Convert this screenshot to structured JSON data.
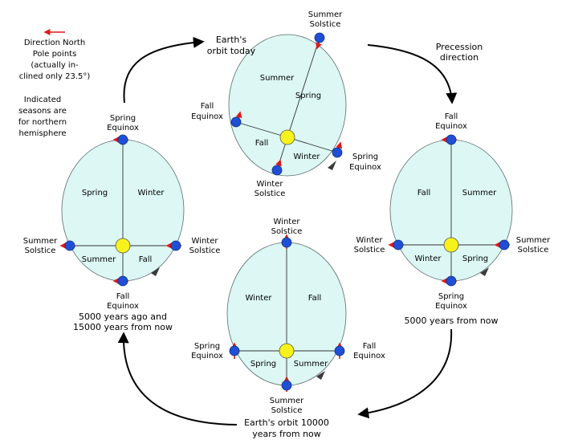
{
  "legend": {
    "line1": "Direction North",
    "line2": "Pole points",
    "line3": "(actually in-",
    "line4": "clined only 23.5°)",
    "axis_color": "#e01818"
  },
  "note": {
    "line1": "Indicated",
    "line2": "seasons are",
    "line3": "for northern",
    "line4": "hemisphere"
  },
  "orbit_today": {
    "caption1": "Earth's",
    "caption2": "orbit today",
    "seasons": {
      "summer": "Summer",
      "spring": "Spring",
      "fall": "Fall",
      "winter": "Winter"
    },
    "points": {
      "summer_solstice": [
        "Summer",
        "Solstice"
      ],
      "fall_equinox": [
        "Fall",
        "Equinox"
      ],
      "winter_solstice": [
        "Winter",
        "Solstice"
      ],
      "spring_equinox": [
        "Spring",
        "Equinox"
      ]
    }
  },
  "precession": {
    "line1": "Precession",
    "line2": "direction"
  },
  "orbit_left": {
    "seasons": {
      "spring": "Spring",
      "winter": "Winter",
      "summer": "Summer",
      "fall": "Fall"
    },
    "points": {
      "top": [
        "Spring",
        "Equinox"
      ],
      "left": [
        "Summer",
        "Solstice"
      ],
      "right": [
        "Winter",
        "Solstice"
      ],
      "bottom": [
        "Fall",
        "Equinox"
      ]
    },
    "caption1": "5000 years ago and",
    "caption2": "15000 years from now"
  },
  "orbit_right": {
    "seasons": {
      "fall": "Fall",
      "summer": "Summer",
      "winter": "Winter",
      "spring": "Spring"
    },
    "points": {
      "top": [
        "Fall",
        "Equinox"
      ],
      "left": [
        "Winter",
        "Solstice"
      ],
      "right": [
        "Summer",
        "Solstice"
      ],
      "bottom": [
        "Spring",
        "Equinox"
      ]
    },
    "caption1": "5000 years from now"
  },
  "orbit_bottom": {
    "seasons": {
      "winter": "Winter",
      "fall": "Fall",
      "spring": "Spring",
      "summer": "Summer"
    },
    "points": {
      "top": [
        "Winter",
        "Solstice"
      ],
      "left": [
        "Spring",
        "Equinox"
      ],
      "right": [
        "Fall",
        "Equinox"
      ],
      "bottom": [
        "Summer",
        "Solstice"
      ]
    },
    "caption1": "Earth's orbit 10000",
    "caption2": "years from now"
  },
  "colors": {
    "orbit_fill": "#dcf7f4",
    "sun": "#f8f21c",
    "earth": "#1f4fd6",
    "axis": "#e01818"
  }
}
